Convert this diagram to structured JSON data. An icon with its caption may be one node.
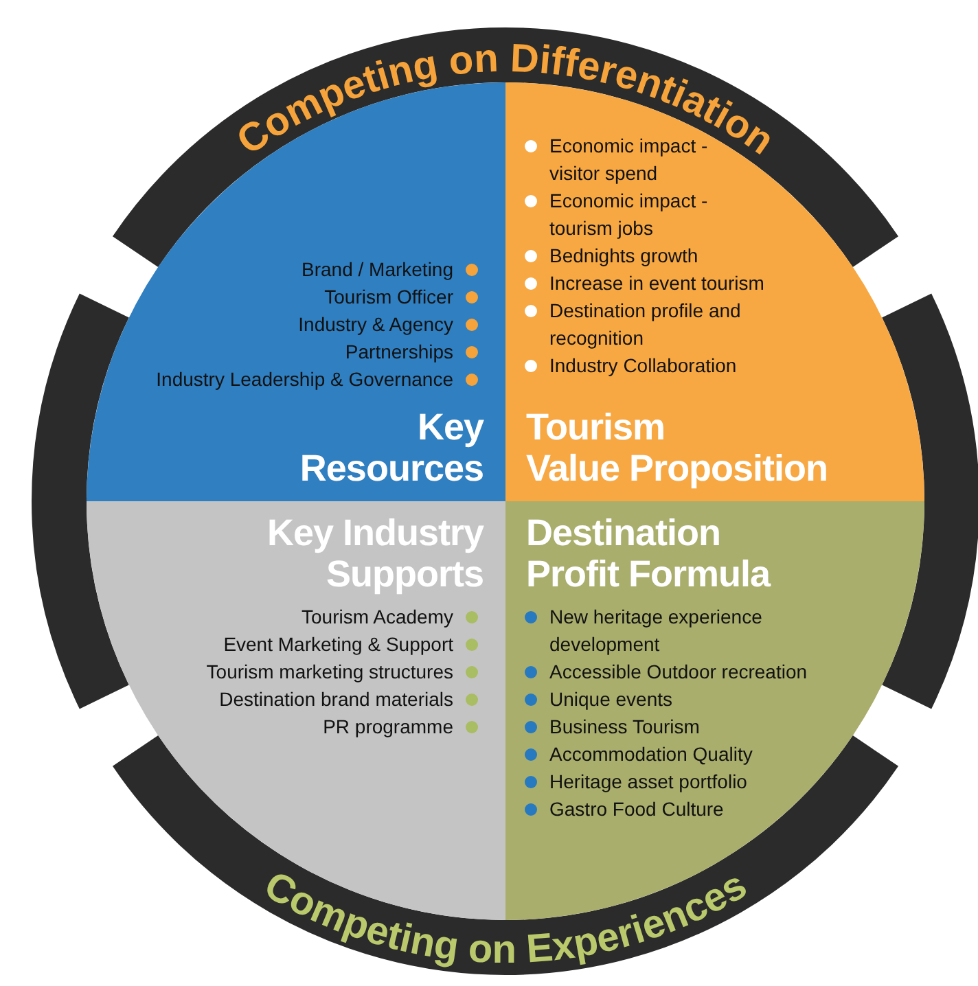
{
  "diagram": {
    "nodes": [
      {
        "text": [
          "Brand / Marketing",
          "Tourism Officer",
          "Industry & Agency",
          "Partnerships",
          "Industry Leadership & Governance",
          "Key Resources"
        ]
      },
      {
        "text": [
          "Economic impact - visitor spend",
          "Economic impact - tourism jobs",
          "Bednights growth",
          "Increase in event tourism",
          "Destination profile and recognition",
          "Industry Collaboration",
          "Tourism Value Proposition"
        ]
      },
      {
        "text": [
          "Key Industry Supports",
          "Tourism Academy",
          "Event Marketing & Support",
          "Tourism marketing structures",
          "Destination brand materials",
          "PR programme"
        ]
      },
      {
        "text": [
          "Destination Profit Formula",
          "New heritage experience development",
          "Accessible Outdoor recreation",
          "Unique events",
          "Business Tourism",
          "Accommodation Quality",
          "Heritage asset portfolio",
          "Gastro Food Culture"
        ]
      }
    ],
    "labels": [
      "Competing on Differentiation",
      "Competing on Experiences"
    ]
  }
}
